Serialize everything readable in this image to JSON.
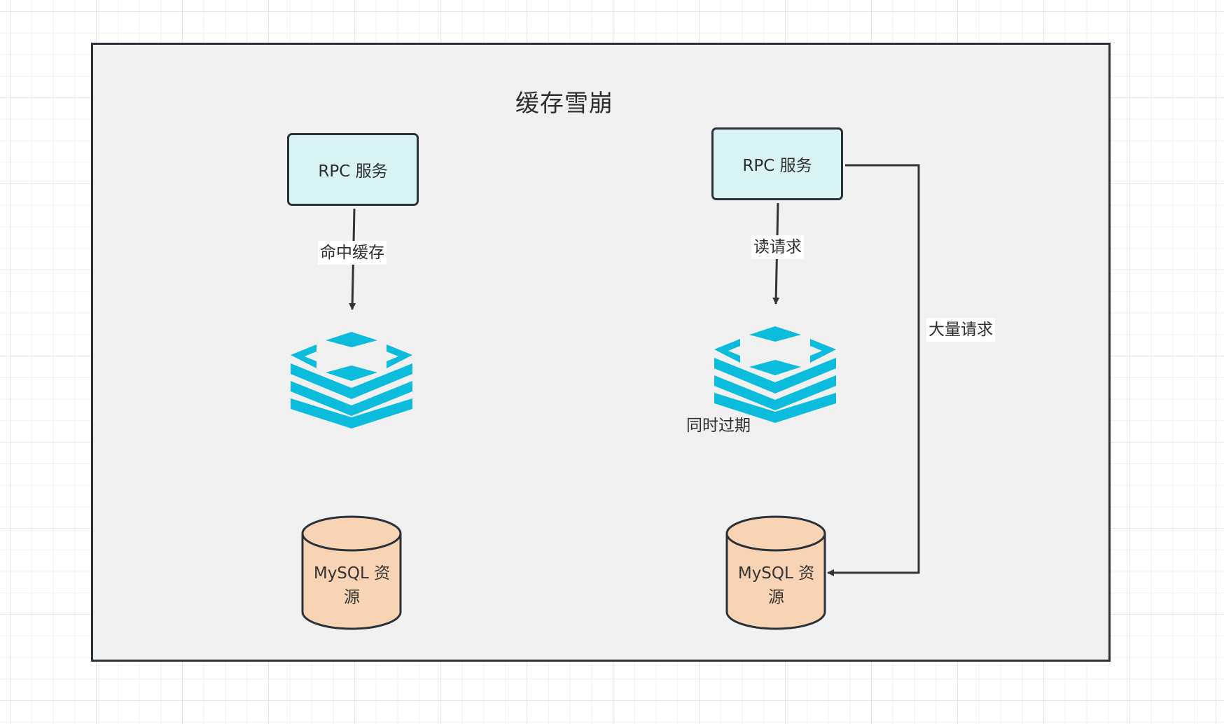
{
  "diagram": {
    "title": "缓存雪崩",
    "left": {
      "service_label": "RPC 服务",
      "edge_label": "命中缓存",
      "cache_icon": "redis-cache-icon",
      "db_label_line1": "MySQL 资",
      "db_label_line2": "源"
    },
    "right": {
      "service_label": "RPC 服务",
      "edge_label": "读请求",
      "cache_icon": "redis-cache-icon",
      "cache_note": "同时过期",
      "db_label_line1": "MySQL 资",
      "db_label_line2": "源",
      "bypass_edge_label": "大量请求"
    },
    "colors": {
      "service_fill": "#d9f3f4",
      "cache_color": "#0cbcdc",
      "db_fill": "#f8d4b4",
      "stroke": "#2b3138",
      "frame_fill": "#f1f1f1"
    }
  }
}
